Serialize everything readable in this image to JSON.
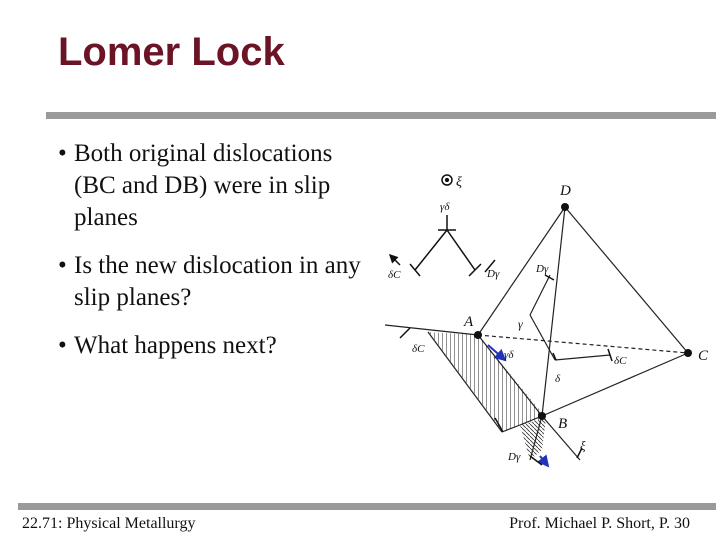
{
  "slide": {
    "title": "Lomer Lock",
    "bullets": [
      "Both original dislocations (BC and DB) were in slip planes",
      "Is the new dislocation in any slip planes?",
      "What happens next?"
    ],
    "bullet_symbol": "•"
  },
  "footer": {
    "course": "22.71: Physical Metallurgy",
    "author_page": "Prof. Michael P. Short, P. 30"
  },
  "diagram": {
    "labels": {
      "D": "D",
      "A": "A",
      "B": "B",
      "C": "C",
      "xi_top": "ξ",
      "xi_bottom": "ξ",
      "gamma_delta": "γδ",
      "delta_C_left": "δC",
      "D_gamma_left": "Dγ",
      "D_gamma_right": "Dγ",
      "gamma": "γ",
      "delta_C_mid": "δC",
      "delta": "δ",
      "delta_C_lower": "δC",
      "gamma_delta_lower": "γδ",
      "D_gamma_bottom": "Dγ"
    }
  }
}
